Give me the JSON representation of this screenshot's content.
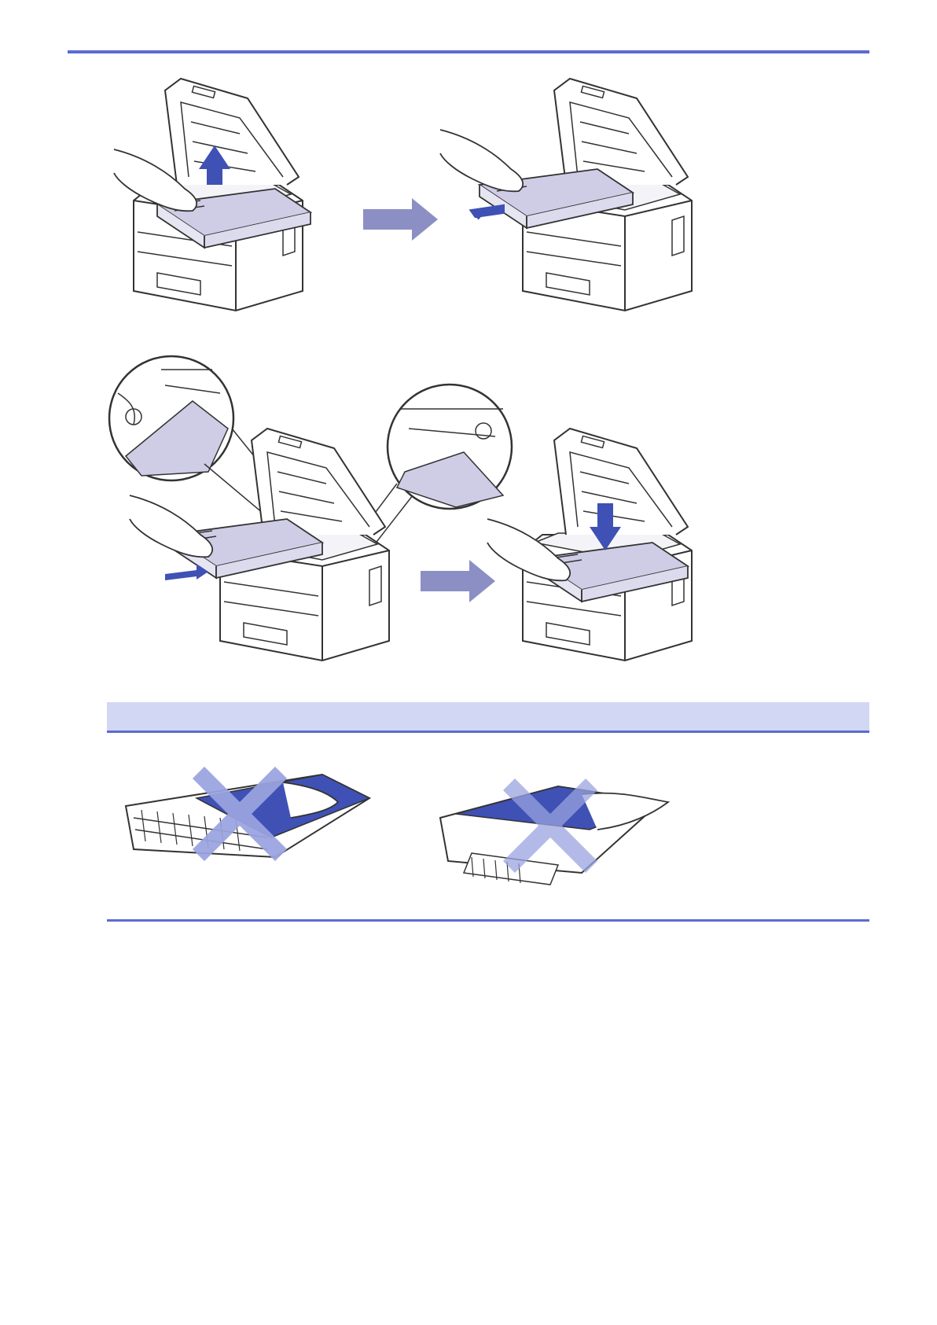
{
  "page": {
    "colors": {
      "rule": "#5b6bd3",
      "note_bar": "#d2d7f3",
      "flow_arrow": "#8c8fc4",
      "motion_arrow": "#3f51b5",
      "part_fill": "#cfcde6",
      "belt_fill": "#3f51b5",
      "cross_mark": "#9aa3df"
    },
    "icons": {
      "motion_arrow": "blue-direction-arrow",
      "flow_arrow": "step-arrow",
      "cross_mark": "do-not-touch-x"
    },
    "note": {
      "title": ""
    },
    "page_number": ""
  }
}
